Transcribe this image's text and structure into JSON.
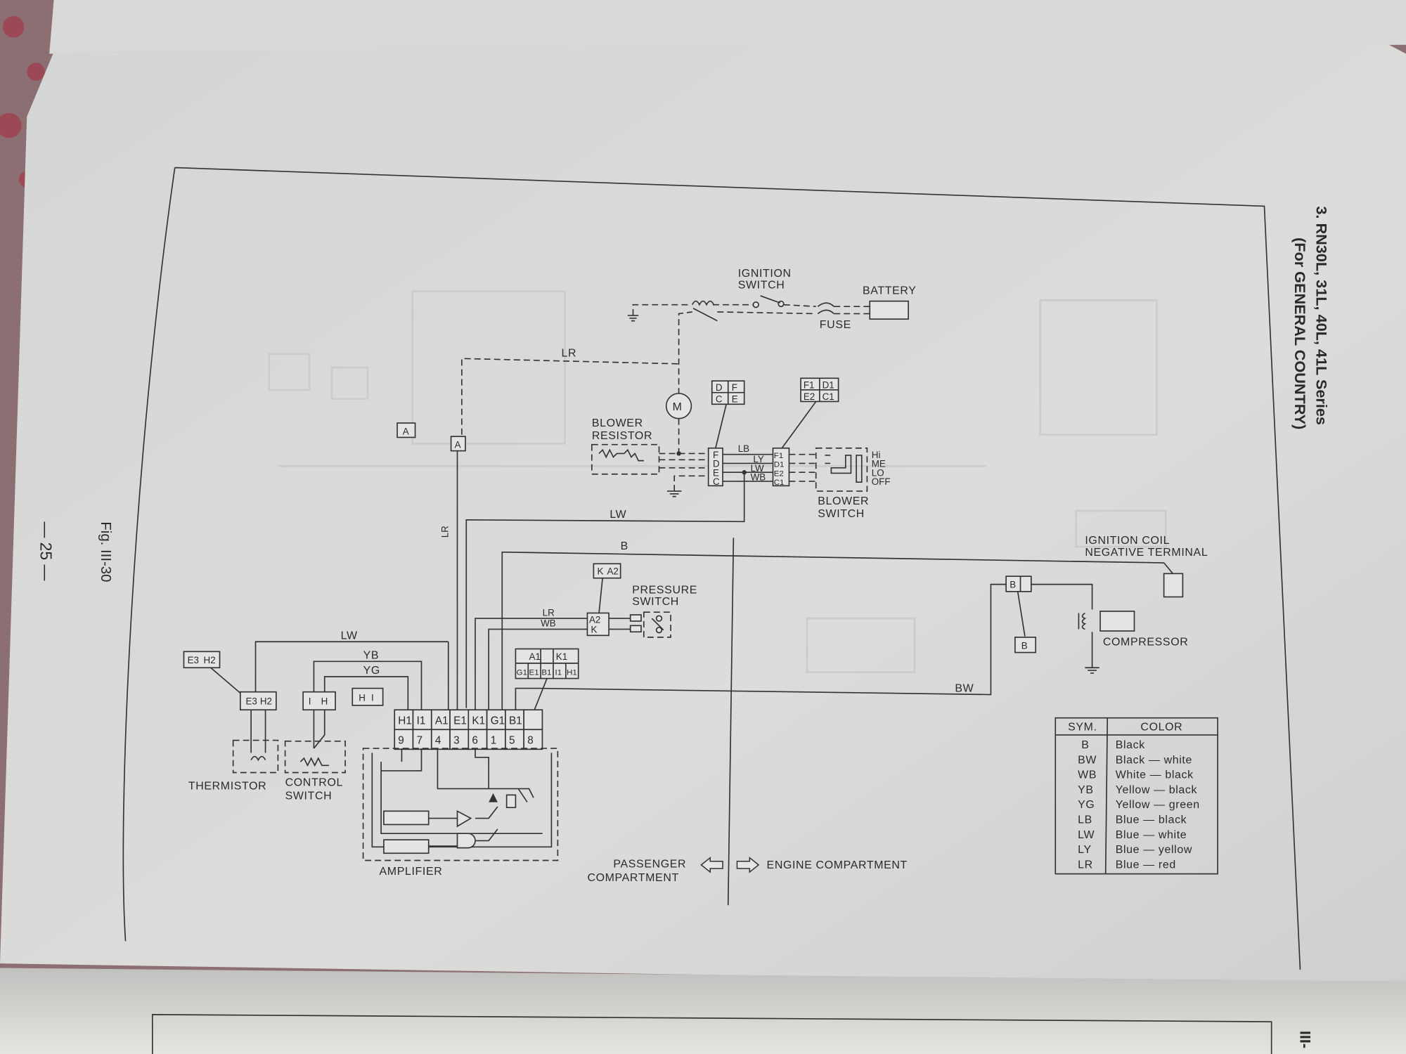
{
  "page": {
    "title_line1": "3.  RN30L, 31L, 40L, 41L Series",
    "title_line2": "(For GENERAL COUNTRY)",
    "figure_label": "Fig.  III-30",
    "page_number": "— 25 —",
    "next_page_marker": "III-"
  },
  "diagram": {
    "ignition_switch": [
      "IGNITION",
      "SWITCH"
    ],
    "battery": "BATTERY",
    "fuse": "FUSE",
    "motor": "M",
    "blower_resistor": [
      "BLOWER",
      "RESISTOR"
    ],
    "blower_switch": [
      "BLOWER",
      "SWITCH"
    ],
    "blower_positions": [
      "Hi",
      "ME",
      "LO",
      "OFF"
    ],
    "connector_dfce": [
      "D",
      "F",
      "C",
      "E"
    ],
    "connector_f1d1": [
      "F1",
      "D1",
      "E2",
      "C1"
    ],
    "block_left_pins": [
      "F",
      "D",
      "E",
      "C"
    ],
    "block_right_pins": [
      "F1",
      "D1",
      "E2",
      "C1"
    ],
    "connector_a": "A",
    "ignition_coil": [
      "IGNITION COIL",
      "NEGATIVE TERMINAL"
    ],
    "pressure_switch": [
      "PRESSURE",
      "SWITCH"
    ],
    "pressure_connector": [
      "K",
      "A2"
    ],
    "pressure_block": [
      "A2",
      "K"
    ],
    "compressor": "COMPRESSOR",
    "connector_b": "B",
    "thermistor": "THERMISTOR",
    "control_switch": [
      "CONTROL",
      "SWITCH"
    ],
    "thermistor_connector": [
      "E3",
      "H2"
    ],
    "control_connector": [
      "I",
      "H"
    ],
    "amplifier": "AMPLIFIER",
    "amp_pins_top": [
      "H1",
      "I1",
      "A1",
      "E1",
      "K1",
      "G1",
      "B1",
      ""
    ],
    "amp_pins_bottom": [
      "9",
      "7",
      "4",
      "3",
      "6",
      "1",
      "5",
      "8"
    ],
    "amp_connector_top": [
      "A1",
      "K1"
    ],
    "amp_connector_bottom": [
      "G1",
      "E1",
      "B1",
      "I1",
      "H1"
    ],
    "passenger": [
      "PASSENGER",
      "COMPARTMENT"
    ],
    "engine": "ENGINE  COMPARTMENT",
    "wire_labels": {
      "LR_top": "LR",
      "LB": "LB",
      "LY": "LY",
      "LW_mid": "LW",
      "WB": "WB",
      "LW": "LW",
      "LR_vert": "LR",
      "B": "B",
      "LR_ps": "LR",
      "WB_ps": "WB",
      "LW_left": "LW",
      "YB": "YB",
      "YG": "YG",
      "BW": "BW"
    }
  },
  "legend": {
    "header_sym": "SYM.",
    "header_color": "COLOR",
    "rows": [
      {
        "sym": "B",
        "color": "Black"
      },
      {
        "sym": "BW",
        "color": "Black  —  white"
      },
      {
        "sym": "WB",
        "color": "White  —  black"
      },
      {
        "sym": "YB",
        "color": "Yellow  —  black"
      },
      {
        "sym": "YG",
        "color": "Yellow  —  green"
      },
      {
        "sym": "LB",
        "color": "Blue  —  black"
      },
      {
        "sym": "LW",
        "color": "Blue  —  white"
      },
      {
        "sym": "LY",
        "color": "Blue  —  yellow"
      },
      {
        "sym": "LR",
        "color": "Blue  —  red"
      }
    ]
  }
}
